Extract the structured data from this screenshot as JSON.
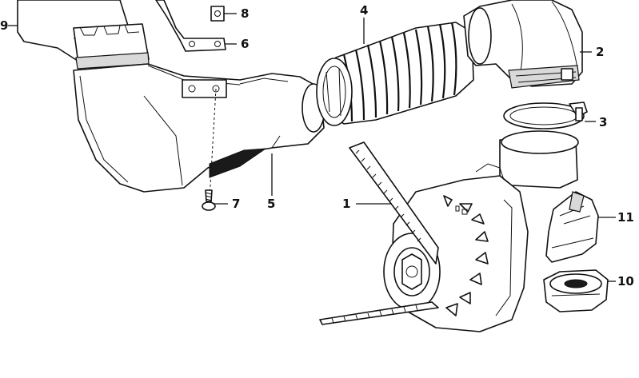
{
  "callouts": {
    "c1": "1",
    "c2": "2",
    "c3": "3",
    "c4": "4",
    "c5": "5",
    "c6": "6",
    "c7": "7",
    "c8": "8",
    "c9": "9",
    "c10": "10",
    "c11": "11"
  },
  "colors": {
    "line": "#111111",
    "fill": "#ffffff",
    "shade": "#d9d9d9"
  }
}
